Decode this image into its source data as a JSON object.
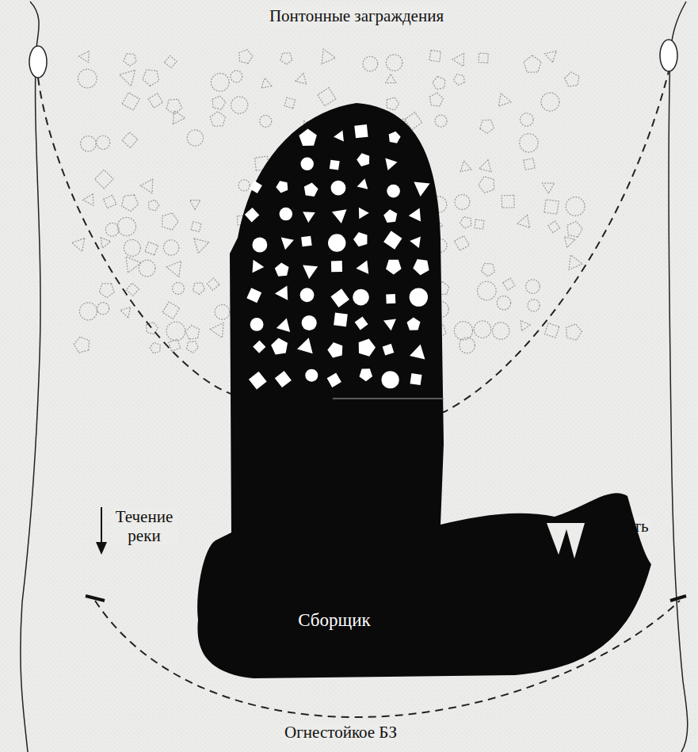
{
  "diagram": {
    "nodes": [
      {
        "text": [
          "Сборщик"
        ]
      }
    ],
    "labels": [
      "Понтонные заграждения",
      "Течение реки",
      "Нефть",
      "Огнестойкое БЗ"
    ]
  }
}
